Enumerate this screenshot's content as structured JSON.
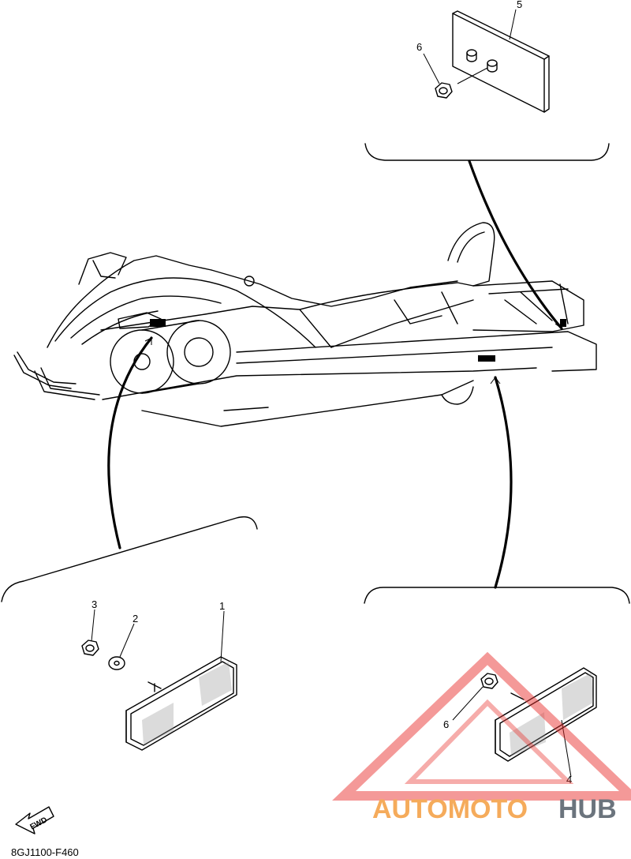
{
  "diagram": {
    "code": "8GJ1100-F460",
    "fwd_label": "FWD",
    "callouts": {
      "c1": "1",
      "c2": "2",
      "c3": "3",
      "c4": "4",
      "c5": "5",
      "c6_top": "6",
      "c6_bottom": "6"
    }
  },
  "watermark": {
    "text_auto": "AUTOMOTO",
    "text_hub": "HUB",
    "color_orange": "#f5a24a",
    "color_red": "#e8322f",
    "color_gray": "#5c6670"
  }
}
